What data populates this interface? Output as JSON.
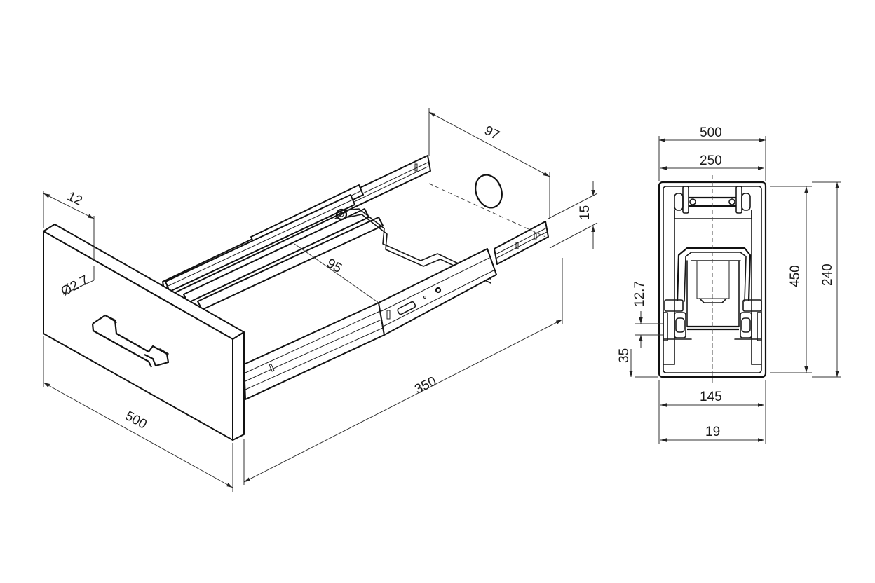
{
  "diagram": {
    "isometric_view": {
      "dimensions": {
        "front_thickness": "12",
        "hole_diameter": "Ø2.7",
        "front_width": "500",
        "slide_length": "350",
        "inner_offset": "95",
        "rear_offset": "97",
        "rail_height": "15"
      }
    },
    "side_view": {
      "dimensions": {
        "overall_width": "500",
        "inner_width": "250",
        "total_height": "240",
        "inner_height": "450",
        "slot_height": "12.7",
        "base_height": "35",
        "lower_width": "145",
        "bottom_width": "19"
      }
    }
  }
}
